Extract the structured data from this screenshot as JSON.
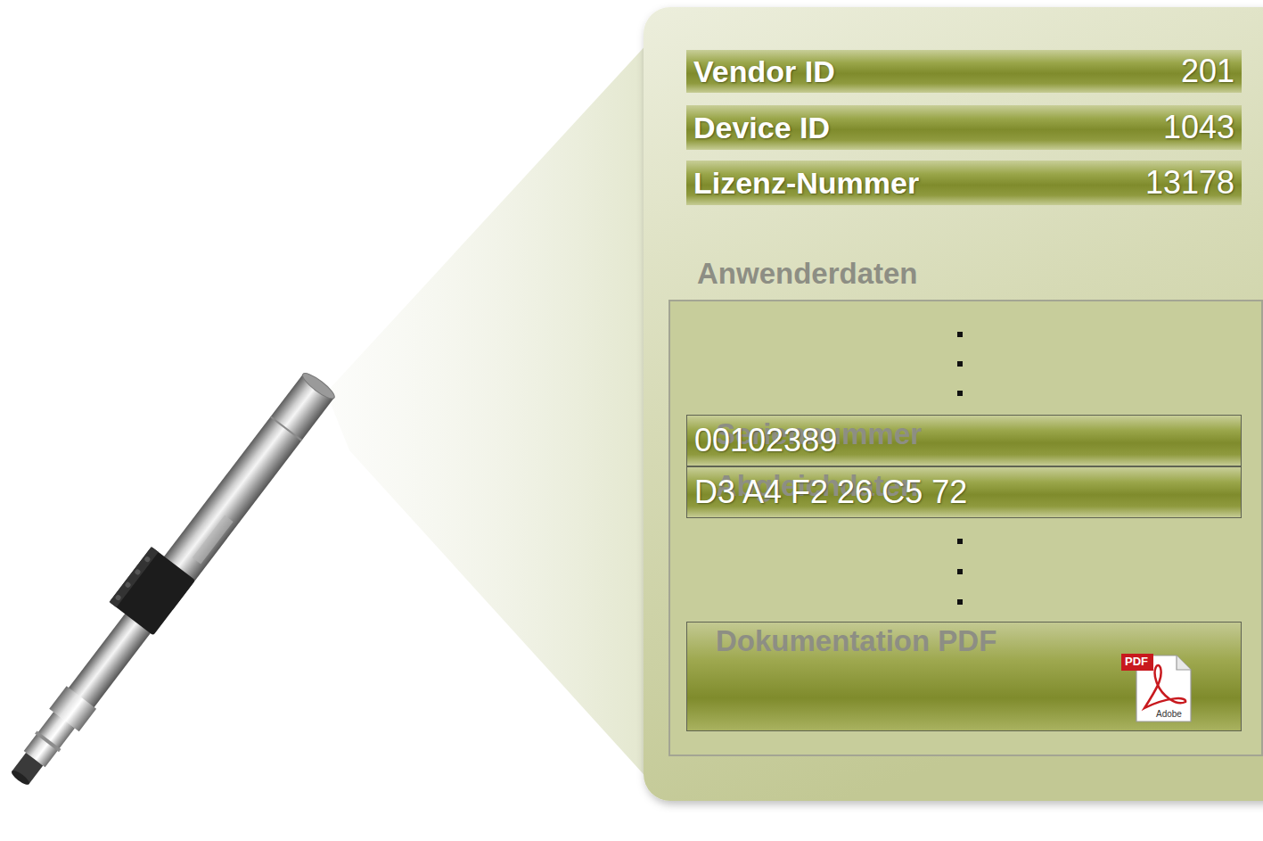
{
  "diagram": {
    "nodes": [
      {
        "text": [
          "Vendor ID",
          "201"
        ]
      },
      {
        "text": [
          "Device ID",
          "1043"
        ]
      },
      {
        "text": [
          "Lizenz-Nummer",
          "13178"
        ]
      },
      {
        "text": [
          "Anwenderdaten"
        ]
      },
      {
        "text": [
          "Seriennummer",
          "00102389"
        ],
        "in": 3
      },
      {
        "text": [
          "Abgleichdaten",
          "D3 A4 F2 26 C5 72"
        ],
        "in": 3
      },
      {
        "text": [
          "Dokumentation PDF"
        ],
        "in": 3
      }
    ],
    "labels": [
      "PDF",
      "Adobe"
    ]
  }
}
